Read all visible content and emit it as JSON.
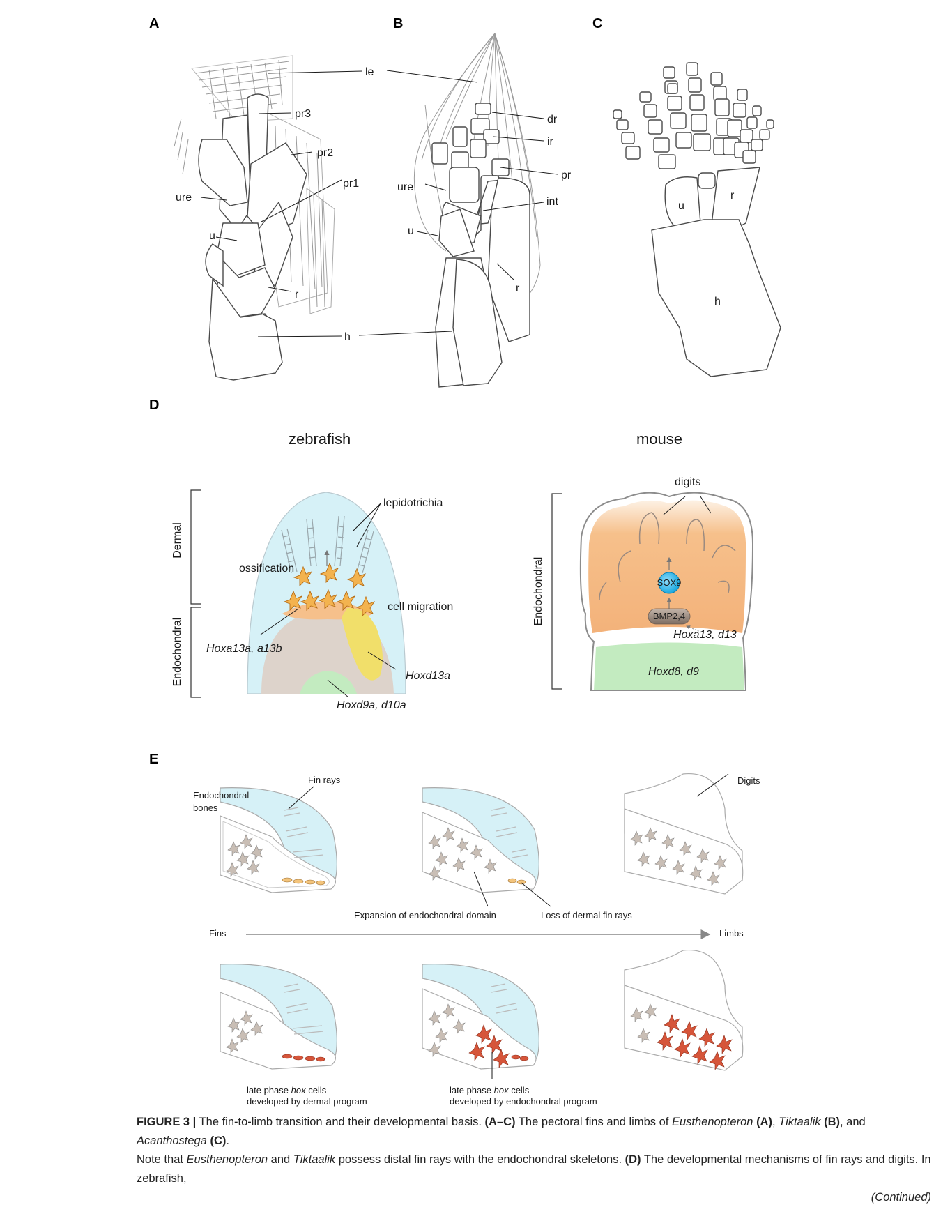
{
  "panels": {
    "A": {
      "letter": "A",
      "labels": {
        "le": "le",
        "pr3": "pr3",
        "pr2": "pr2",
        "pr1": "pr1",
        "ure": "ure",
        "u": "u",
        "r": "r",
        "h": "h"
      }
    },
    "B": {
      "letter": "B",
      "labels": {
        "dr": "dr",
        "ir": "ir",
        "pr": "pr",
        "ure": "ure",
        "int": "int",
        "u": "u",
        "r": "r"
      }
    },
    "C": {
      "letter": "C",
      "labels": {
        "u": "u",
        "r": "r",
        "h": "h"
      }
    },
    "D": {
      "letter": "D",
      "zebrafish": {
        "title": "zebrafish",
        "dermal": "Dermal",
        "endochondral": "Endochondral",
        "lepidotrichia": "lepidotrichia",
        "ossification": "ossification",
        "cell_migration": "cell migration",
        "hoxa13": "Hoxa13a, a13b",
        "hoxd13a": "Hoxd13a",
        "hoxd9a": "Hoxd9a, d10a"
      },
      "mouse": {
        "title": "mouse",
        "endochondral": "Endochondral",
        "digits": "digits",
        "sox9": "SOX9",
        "bmp": "BMP2,4",
        "hoxa13": "Hoxa13, d13",
        "hoxd8": "Hoxd8, d9"
      }
    },
    "E": {
      "letter": "E",
      "fin_rays": "Fin rays",
      "endo_bones_1": "Endochondral",
      "endo_bones_2": "bones",
      "digits": "Digits",
      "expansion": "Expansion of endochondral domain",
      "loss": "Loss of dermal fin rays",
      "fins": "Fins",
      "limbs": "Limbs",
      "late1_a": "late phase ",
      "late1_hox": "hox",
      "late1_b": " cells",
      "late1_c": "developed by dermal program",
      "late2_a": "late phase ",
      "late2_hox": "hox",
      "late2_b": " cells",
      "late2_c": "developed by endochondral program"
    }
  },
  "caption": {
    "fig": "FIGURE 3 |",
    "t1": " The fin-to-limb transition and their developmental basis. ",
    "ac": "(A–C)",
    "t2": " The pectoral fins and limbs of ",
    "eus": "Eusthenopteron",
    "a": "(A)",
    "t3": ", ",
    "tik": "Tiktaalik",
    "b": "(B)",
    "t4": ", and ",
    "aca": "Acanthostega",
    "c": "(C)",
    "t5": ".",
    "t6": "Note that ",
    "eus2": "Eusthenopteron",
    "t7": " and ",
    "tik2": "Tiktaalik",
    "t8": " possess distal fin rays with the endochondral skeletons. ",
    "d": "(D)",
    "t9": " The developmental mechanisms of fin rays and digits. In zebrafish,",
    "continued": "(Continued)"
  },
  "colors": {
    "fin_blue": "#d6f1f7",
    "orange": "#f6c08b",
    "orange_dark": "#e8963c",
    "yellow": "#f1df6a",
    "taupe": "#ddd3cb",
    "green": "#c3ebc0",
    "sox9": "#1aa9e0",
    "hox_red": "#d6553a"
  }
}
